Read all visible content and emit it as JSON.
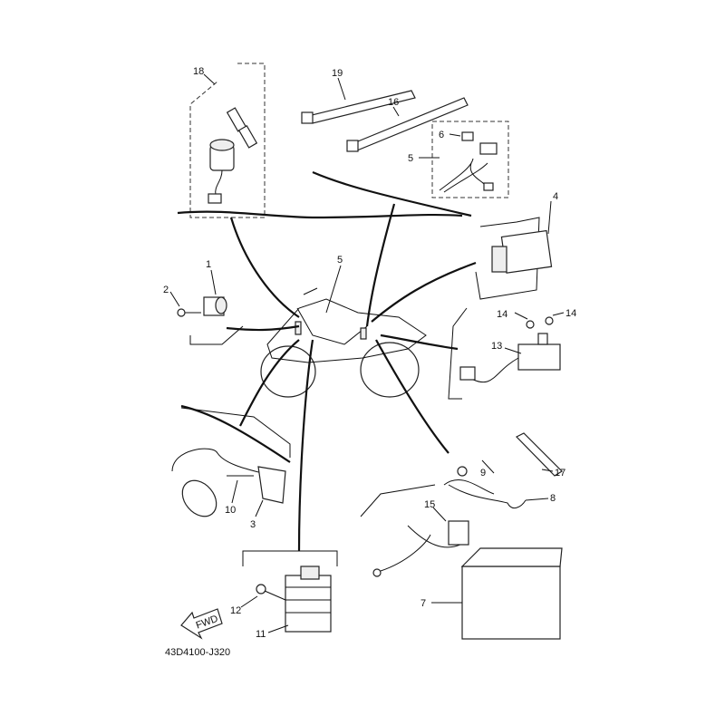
{
  "diagram": {
    "callouts": {
      "c18": "18",
      "c19": "19",
      "c16": "16",
      "c6": "6",
      "c5a": "5",
      "c4": "4",
      "c5b": "5",
      "c1": "1",
      "c2": "2",
      "c14a": "14",
      "c14b": "14",
      "c13": "13",
      "c9": "9",
      "c17": "17",
      "c8": "8",
      "c15": "15",
      "c10": "10",
      "c3": "3",
      "c12": "12",
      "c11": "11",
      "c7": "7"
    },
    "fwd_label": "FWD",
    "drawing_code": "43D4100-J320"
  }
}
